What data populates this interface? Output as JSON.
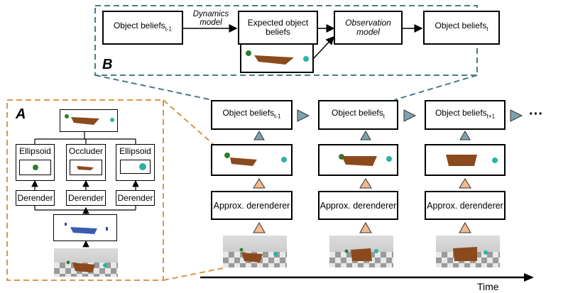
{
  "panel_b": {
    "letter": "B",
    "beliefs_prev": {
      "main": "Object beliefs",
      "sub": "t-1"
    },
    "dynamics_model": "Dynamics model",
    "expected_beliefs": "Expected object beliefs",
    "observation_model": "Observation model",
    "beliefs_now": {
      "main": "Object beliefs",
      "sub": "t"
    }
  },
  "panel_a": {
    "letter": "A",
    "parts": [
      "Ellipsoid",
      "Occluder",
      "Ellipsoid"
    ],
    "derender": "Derender"
  },
  "timeline": {
    "columns": [
      {
        "beliefs": {
          "main": "Object beliefs",
          "sub": "t-1"
        },
        "derenderer": "Approx. derenderer"
      },
      {
        "beliefs": {
          "main": "Object beliefs",
          "sub": "t"
        },
        "derenderer": "Approx. derenderer"
      },
      {
        "beliefs": {
          "main": "Object beliefs",
          "sub": "t+1"
        },
        "derenderer": "Approx. derenderer"
      }
    ],
    "ellipsis": "···",
    "axis_label": "Time"
  },
  "colors": {
    "panel_b_border": "#4a7a86",
    "panel_a_border": "#d9964b",
    "teal_arrow": "#7da2ad",
    "orange_arrow": "#f5b98a",
    "occluder_brown": "#8b4a1e",
    "green_ball": "#2e7d32",
    "cyan_ball": "#2ab3a3"
  }
}
